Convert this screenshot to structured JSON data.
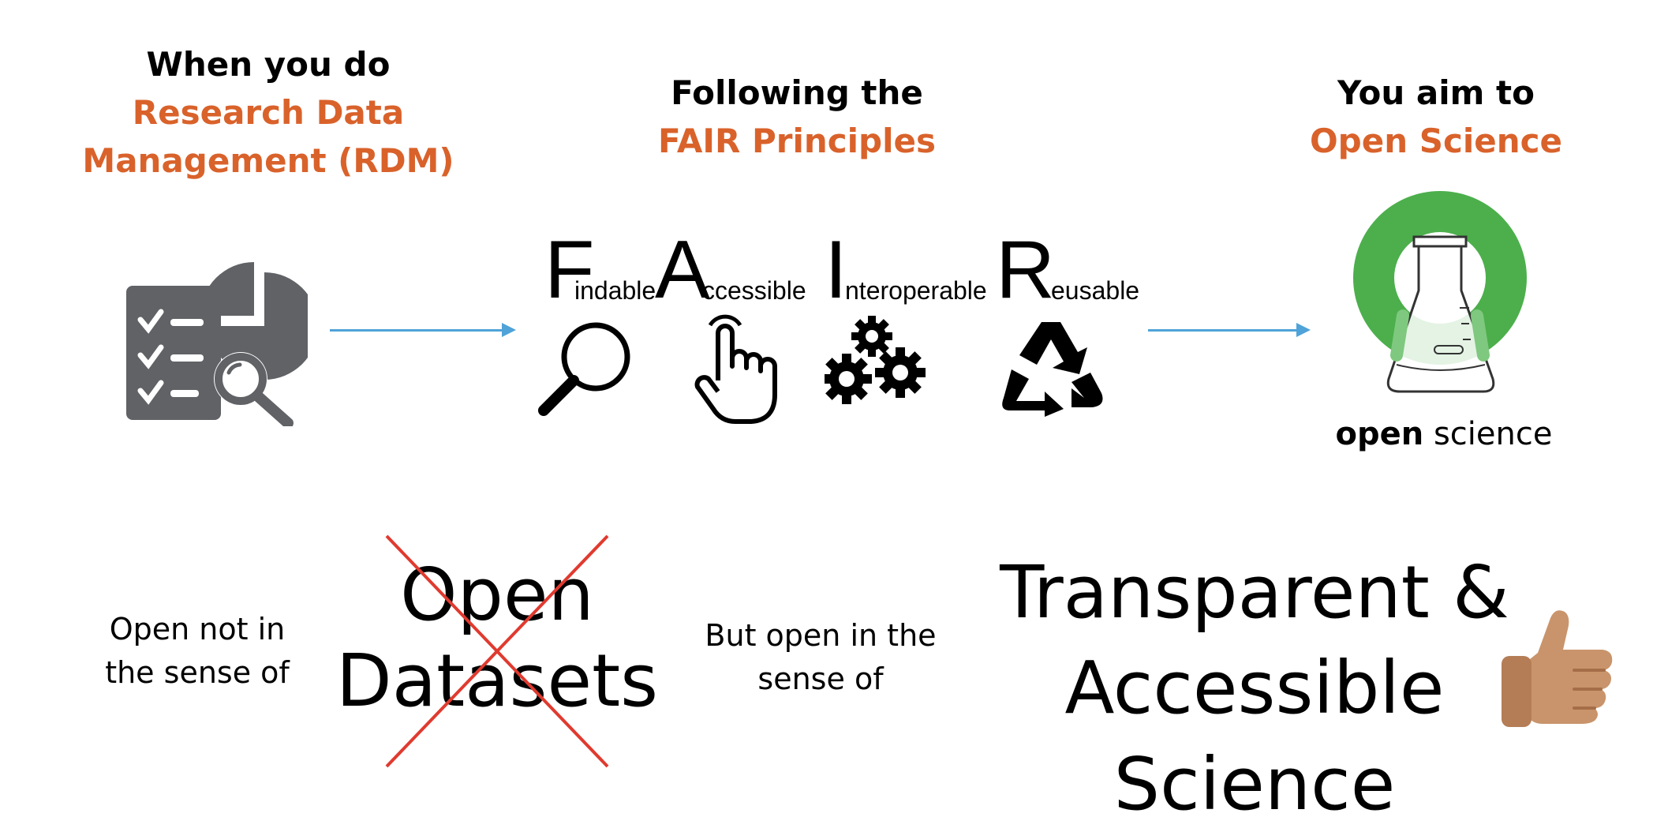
{
  "rdm": {
    "line1": "When you do",
    "line2": "Research Data",
    "line3": "Management (RDM)"
  },
  "fair": {
    "line1": "Following  the",
    "line2": "FAIR Principles",
    "items": [
      {
        "letter": "F",
        "rest": "indable",
        "icon": "magnifier-icon"
      },
      {
        "letter": "A",
        "rest": "ccessible",
        "icon": "pointing-hand-icon"
      },
      {
        "letter": "I",
        "rest": "nteroperable",
        "icon": "gears-icon"
      },
      {
        "letter": "R",
        "rest": "eusable",
        "icon": "recycle-icon"
      }
    ]
  },
  "open_science": {
    "line1": "You aim to",
    "line2": "Open Science",
    "logo_text": {
      "bold": "open",
      "light": "science"
    }
  },
  "bottom": {
    "not_line1": "Open not in",
    "not_line2": "the sense of",
    "crossed_line1": "Open",
    "crossed_line2": "Datasets",
    "but_line1": "But open in the",
    "but_line2": "sense of",
    "result_line1": "Transparent &",
    "result_line2": "Accessible",
    "result_line3": "Science"
  },
  "colors": {
    "accent": "#d9622b",
    "arrow": "#4fa3d8",
    "icon_gray": "#606266",
    "logo_green": "#4caf4c",
    "cross_red": "#e03a2f",
    "thumb_skin": "#c9946b"
  }
}
